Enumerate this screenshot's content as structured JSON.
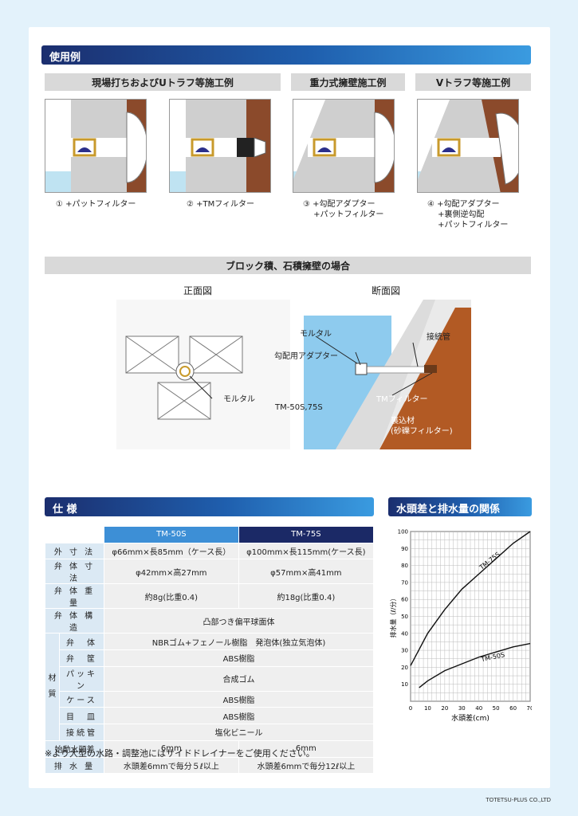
{
  "usage": {
    "title": "使用例",
    "headers": [
      "現場打ちおよびUトラフ等施工例",
      "重力式擁壁施工例",
      "Vトラフ等施工例"
    ],
    "captions": [
      "① +パットフィルター",
      "② +TMフィルター",
      "③ +勾配アダプター\n　 +パットフィルター",
      "④ +勾配アダプター\n　 +裏側逆勾配\n　 +パットフィルター"
    ]
  },
  "block": {
    "title": "ブロック積、石積擁壁の場合",
    "front_label": "正面図",
    "section_label": "断面図",
    "labels": {
      "mortar_front": "モルタル",
      "mortar": "モルタル",
      "pipe": "接続管",
      "adapter": "勾配用アダプター",
      "tm_filter": "TMフィルター",
      "model": "TM-50S,75S",
      "backfill": "裏込材\n(砂礫フィルター)"
    }
  },
  "spec": {
    "title": "仕 様",
    "col_50": "TM-50S",
    "col_75": "TM-75S",
    "rows": {
      "outer": {
        "label": "外 寸 法",
        "a": "φ66mm×長85mm（ケース長）",
        "b": "φ100mm×長115mm(ケース長)"
      },
      "valve": {
        "label": "弁 体 寸 法",
        "a": "φ42mm×高27mm",
        "b": "φ57mm×高41mm"
      },
      "weight": {
        "label": "弁 体 重 量",
        "a": "約8g(比重0.4)",
        "b": "約18g(比重0.4)"
      },
      "structure": {
        "label": "弁 体 構 造",
        "v": "凸部つき偏平球面体"
      },
      "material_label": "材\n質",
      "m1": {
        "label": "弁　体",
        "v": "NBRゴム+フェノール樹脂　発泡体(独立気泡体)"
      },
      "m2": {
        "label": "弁　筐",
        "v": "ABS樹脂"
      },
      "m3": {
        "label": "パッキン",
        "v": "合成ゴム"
      },
      "m4": {
        "label": "ケース",
        "v": "ABS樹脂"
      },
      "m5": {
        "label": "目　皿",
        "v": "ABS樹脂"
      },
      "m6": {
        "label": "接続管",
        "v": "塩化ビニール"
      },
      "start": {
        "label": "始動水頭差",
        "a": "6mm",
        "b": "6mm"
      },
      "flow": {
        "label": "排 水 量",
        "a": "水頭差6mmで毎分５ℓ以上",
        "b": "水頭差6mmで毎分12ℓ以上"
      }
    },
    "note": "※より大型の水路・調整池にはサイドドレイナーをご使用ください。"
  },
  "graph_title": "水頭差と排水量の関係",
  "chart_data": {
    "type": "line",
    "xlabel": "水頭差(cm)",
    "ylabel": "排水量（ℓ/分）",
    "xlim": [
      0,
      70
    ],
    "ylim": [
      0,
      100
    ],
    "xticks": [
      0,
      10,
      20,
      30,
      40,
      50,
      60,
      70
    ],
    "yticks": [
      10,
      20,
      30,
      40,
      50,
      60,
      70,
      80,
      90,
      100
    ],
    "grid": true,
    "series": [
      {
        "name": "TM-75S",
        "x": [
          0,
          10,
          20,
          30,
          40,
          50,
          60,
          70
        ],
        "y": [
          21,
          40,
          54,
          66,
          75,
          84,
          93,
          100
        ]
      },
      {
        "name": "TM-50S",
        "x": [
          5,
          10,
          20,
          30,
          40,
          50,
          60,
          70
        ],
        "y": [
          8,
          12,
          18,
          22,
          26,
          29,
          32,
          34
        ]
      }
    ]
  },
  "footer": "TOTETSU-PLUS CO.,LTD"
}
